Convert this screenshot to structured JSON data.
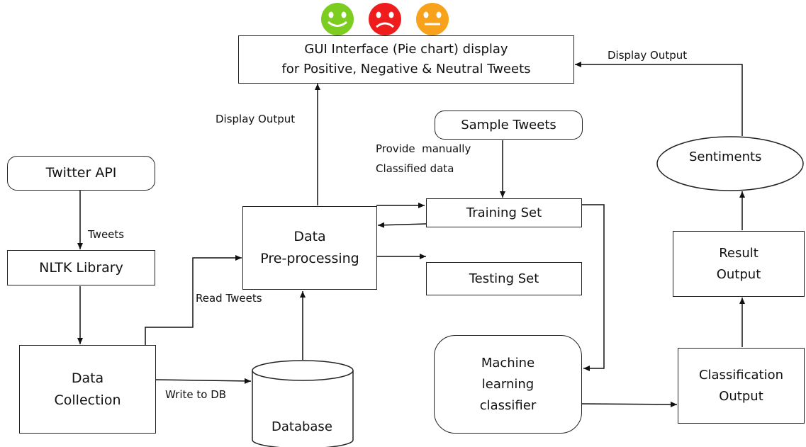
{
  "nodes": {
    "gui": {
      "line1": "GUI Interface (Pie chart) display",
      "line2": "for Positive, Negative & Neutral Tweets"
    },
    "twitter_api": "Twitter API",
    "nltk": "NLTK Library",
    "data_collection": {
      "line1": "Data",
      "line2": "Collection"
    },
    "preprocessing": {
      "line1": "Data",
      "line2": "Pre-processing"
    },
    "database": "Database",
    "sample_tweets": "Sample Tweets",
    "training_set": "Training Set",
    "testing_set": "Testing Set",
    "ml_classifier": {
      "line1": "Machine",
      "line2": "learning",
      "line3": "classifier"
    },
    "sentiments": "Sentiments",
    "result_output": {
      "line1": "Result",
      "line2": "Output"
    },
    "classification_output": {
      "line1": "Classification",
      "line2": "Output"
    }
  },
  "edge_labels": {
    "tweets": "Tweets",
    "read_tweets": "Read Tweets",
    "write_db": "Write to DB",
    "display_output_left": "Display Output",
    "display_output_right": "Display Output",
    "provide_manual_1": "Provide  manually",
    "provide_manual_2": "Classified data"
  },
  "emojis": [
    {
      "name": "positive-face-icon",
      "color": "#7ccd1f"
    },
    {
      "name": "negative-face-icon",
      "color": "#ee1c1c"
    },
    {
      "name": "neutral-face-icon",
      "color": "#f7a21a"
    }
  ]
}
